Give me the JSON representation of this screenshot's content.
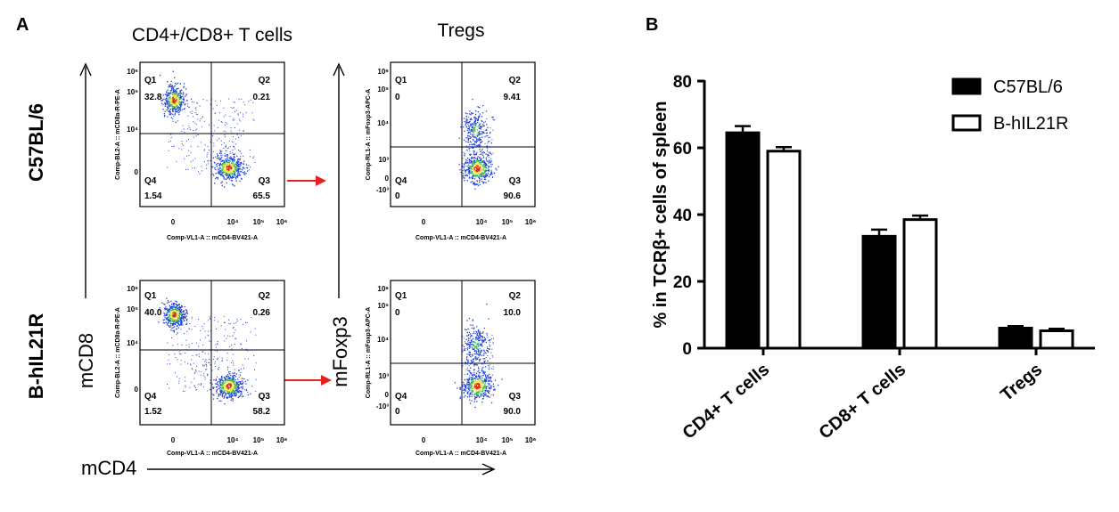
{
  "panel_a": {
    "letter": "A",
    "col_titles": [
      "CD4+/CD8+ T cells",
      "Tregs"
    ],
    "row_labels": [
      "C57BL/6",
      "B-hIL21R"
    ],
    "y_marker_cd8": "mCD8",
    "y_marker_foxp3": "mFoxp3",
    "x_marker": "mCD4",
    "quadrant_names": [
      "Q1",
      "Q2",
      "Q3",
      "Q4"
    ],
    "flow_plots": [
      {
        "row": "C57BL/6",
        "column": "CD4+/CD8+ T cells",
        "y_axis_label": "Comp-BL2-A :: mCD8a-R-PE-A",
        "x_axis_label": "Comp-VL1-A :: mCD4-BV421-A",
        "y_ticks": [
          "10⁶",
          "10⁵",
          "10⁴",
          "0"
        ],
        "x_ticks": [
          "0",
          "10⁴",
          "10⁵",
          "10⁶"
        ],
        "quadrants": {
          "Q1": "32.8",
          "Q2": "0.21",
          "Q3": "65.5",
          "Q4": "1.54"
        }
      },
      {
        "row": "C57BL/6",
        "column": "Tregs",
        "y_axis_label": "Comp-RL1-A :: mFoxp3-APC-A",
        "x_axis_label": "Comp-VL1-A :: mCD4-BV421-A",
        "y_ticks": [
          "10⁶",
          "10⁵",
          "10⁴",
          "10³",
          "0",
          "-10³"
        ],
        "x_ticks": [
          "0",
          "10⁴",
          "10⁵",
          "10⁶"
        ],
        "quadrants": {
          "Q1": "0",
          "Q2": "9.41",
          "Q3": "90.6",
          "Q4": "0"
        }
      },
      {
        "row": "B-hIL21R",
        "column": "CD4+/CD8+ T cells",
        "y_axis_label": "Comp-BL2-A :: mCD8a-R-PE-A",
        "x_axis_label": "Comp-VL1-A :: mCD4-BV421-A",
        "y_ticks": [
          "10⁶",
          "10⁵",
          "10⁴",
          "0"
        ],
        "x_ticks": [
          "0",
          "10⁴",
          "10⁵",
          "10⁶"
        ],
        "quadrants": {
          "Q1": "40.0",
          "Q2": "0.26",
          "Q3": "58.2",
          "Q4": "1.52"
        }
      },
      {
        "row": "B-hIL21R",
        "column": "Tregs",
        "y_axis_label": "Comp-RL1-A :: mFoxp3-APC-A",
        "x_axis_label": "Comp-VL1-A :: mCD4-BV421-A",
        "y_ticks": [
          "10⁶",
          "10⁵",
          "10⁴",
          "10³",
          "0",
          "-10³"
        ],
        "x_ticks": [
          "0",
          "10⁴",
          "10⁵",
          "10⁶"
        ],
        "quadrants": {
          "Q1": "0",
          "Q2": "10.0",
          "Q3": "90.0",
          "Q4": "0"
        }
      }
    ],
    "colors": {
      "arrow": "#e8201e",
      "dots": "#1f3fd6",
      "dense": "#d92a16",
      "mid": "#f3e24a",
      "ring": "#35c04a"
    }
  },
  "panel_b": {
    "letter": "B"
  },
  "chart_data": {
    "type": "bar",
    "categories": [
      "CD4+ T cells",
      "CD8+ T cells",
      "Tregs"
    ],
    "series": [
      {
        "name": "C57BL/6",
        "values": [
          64.5,
          33.5,
          6.0
        ],
        "errors": [
          2.0,
          2.0,
          0.6
        ],
        "fill": "#000000"
      },
      {
        "name": "B-hIL21R",
        "values": [
          59.0,
          38.5,
          5.2
        ],
        "errors": [
          1.2,
          1.2,
          0.6
        ],
        "fill": "#ffffff"
      }
    ],
    "ylabel": "% in TCRβ+ cells of spleen",
    "ylim": [
      0,
      80
    ],
    "yticks": [
      "0",
      "20",
      "40",
      "60",
      "80"
    ],
    "legend_position": "top-right",
    "grid": false
  }
}
